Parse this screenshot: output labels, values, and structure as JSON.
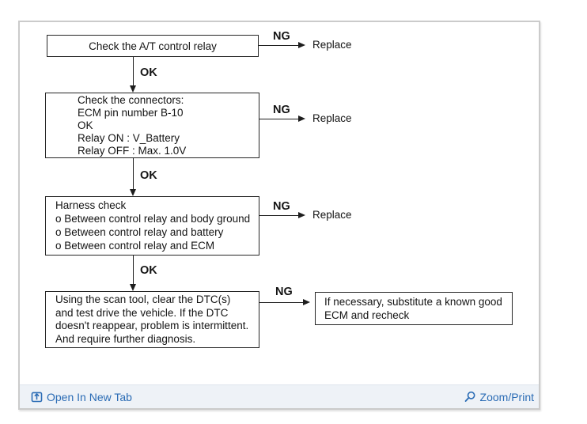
{
  "flowchart": {
    "labels": {
      "ok": "OK",
      "ng": "NG",
      "replace": "Replace"
    },
    "steps": [
      {
        "lines": [
          "Check the A/T control relay"
        ]
      },
      {
        "lines": [
          "Check the connectors:",
          "ECM pin number B-10",
          "OK",
          "Relay ON : V_Battery",
          "Relay OFF : Max. 1.0V"
        ]
      },
      {
        "lines": [
          "Harness check",
          "o Between control relay and body ground",
          "o Between control relay and battery",
          "o Between control relay and ECM"
        ]
      },
      {
        "lines": [
          "Using the scan tool, clear the DTC(s)",
          "and test drive the vehicle. If the DTC",
          "doesn't reappear, problem is intermittent.",
          "And require further diagnosis."
        ]
      },
      {
        "lines": [
          "If necessary, substitute a known good",
          "ECM and recheck"
        ]
      }
    ]
  },
  "footer": {
    "open_in_new_tab": "Open In New Tab",
    "zoom_print": "Zoom/Print"
  },
  "icons": {
    "open_in_new_tab": "open-in-new-tab-icon",
    "zoom_print": "magnifier-icon"
  },
  "colors": {
    "link_blue": "#2b6cb5",
    "line_black": "#1e1e1e",
    "footer_background": "#eef2f7",
    "frame_border": "#cbcbcb"
  }
}
